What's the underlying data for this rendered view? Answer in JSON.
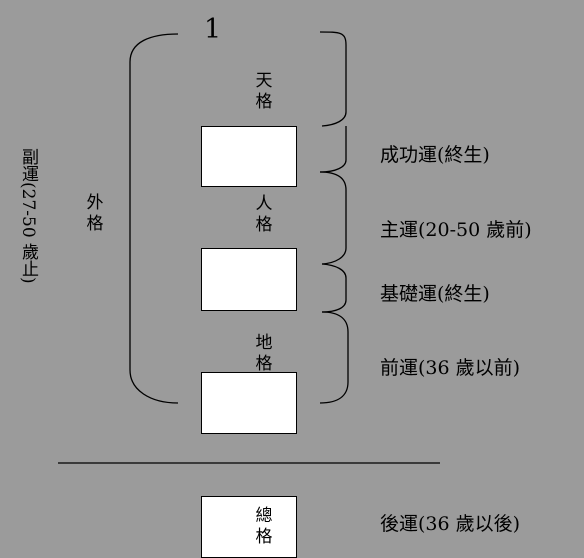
{
  "title_number": "1",
  "side_label": "副運(27-50 歲止)",
  "outer_label": "外格",
  "grids": {
    "heaven": "天格",
    "person": "人格",
    "earth": "地格",
    "total": "總格"
  },
  "fortunes": {
    "success": "成功運(終生)",
    "main": "主運(20-50 歲前)",
    "foundation": "基礎運(終生)",
    "front": "前運(36 歲以前)",
    "back": "後運(36 歲以後)"
  }
}
